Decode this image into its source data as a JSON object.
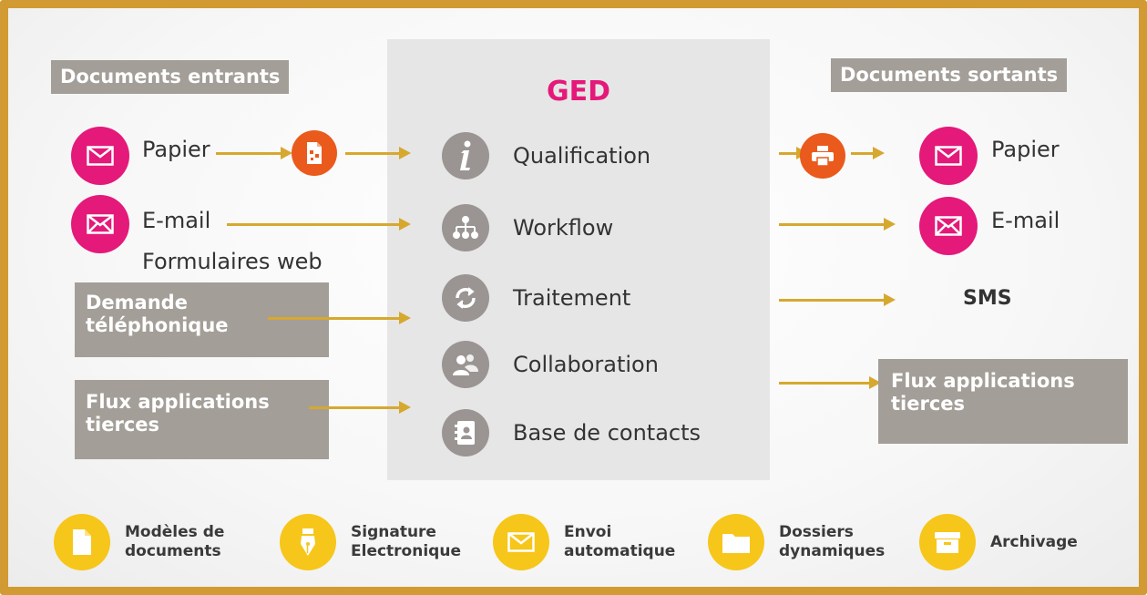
{
  "colors": {
    "accent_pink": "#e4197a",
    "accent_orange": "#ea5a1c",
    "accent_yellow": "#f6c61a",
    "arrow": "#d6a82e",
    "border": "#d19a33",
    "gray_box": "#a39e98"
  },
  "incoming": {
    "header": "Documents entrants",
    "papier": "Papier",
    "email": "E-mail",
    "formulaires": "Formulaires web",
    "demande_line1": "Demande",
    "demande_line2": "téléphonique",
    "flux_line1": "Flux applications",
    "flux_line2": "tierces"
  },
  "ged": {
    "title": "GED",
    "items": [
      {
        "label": "Qualification",
        "icon": "info-icon"
      },
      {
        "label": "Workflow",
        "icon": "hierarchy-icon"
      },
      {
        "label": "Traitement",
        "icon": "refresh-icon"
      },
      {
        "label": "Collaboration",
        "icon": "people-icon"
      },
      {
        "label": "Base de contacts",
        "icon": "contacts-icon"
      }
    ]
  },
  "outgoing": {
    "header": "Documents sortants",
    "papier": "Papier",
    "email": "E-mail",
    "sms": "SMS",
    "flux_line1": "Flux applications",
    "flux_line2": "tierces"
  },
  "features": [
    {
      "line1": "Modèles de",
      "line2": "documents",
      "icon": "document-icon"
    },
    {
      "line1": "Signature",
      "line2": "Electronique",
      "icon": "pen-nib-icon"
    },
    {
      "line1": "Envoi",
      "line2": "automatique",
      "icon": "envelope-icon"
    },
    {
      "line1": "Dossiers",
      "line2": "dynamiques",
      "icon": "folder-icon"
    },
    {
      "line1": "Archivage",
      "line2": "",
      "icon": "archive-box-icon"
    }
  ]
}
